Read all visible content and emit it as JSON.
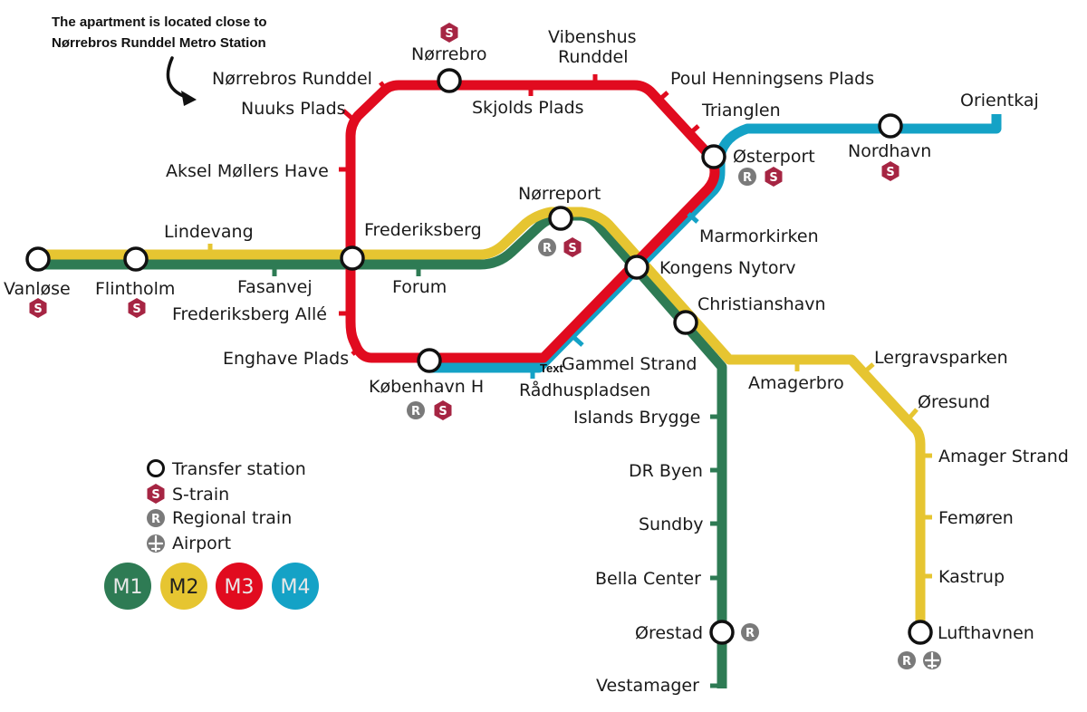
{
  "annotation": {
    "line1": "The apartment is located close to",
    "line2": "Nørrebros Runddel Metro Station"
  },
  "stray_text": "Text",
  "colors": {
    "M1": "#2e7b54",
    "M2": "#e6c531",
    "M3": "#e10b1f",
    "M4": "#14a2c6",
    "s_train": "#a62543",
    "regional": "#7a7a7a"
  },
  "lines": [
    {
      "id": "M1",
      "label": "M1"
    },
    {
      "id": "M2",
      "label": "M2"
    },
    {
      "id": "M3",
      "label": "M3"
    },
    {
      "id": "M4",
      "label": "M4"
    }
  ],
  "stations": {
    "vanlose": "Vanløse",
    "flintholm": "Flintholm",
    "lindevang": "Lindevang",
    "fasanvej": "Fasanvej",
    "frederiksberg": "Frederiksberg",
    "forum": "Forum",
    "norreport": "Nørreport",
    "kongens_nytorv": "Kongens Nytorv",
    "christianshavn": "Christianshavn",
    "islands_brygge": "Islands Brygge",
    "dr_byen": "DR Byen",
    "sundby": "Sundby",
    "bella_center": "Bella Center",
    "orestad": "Ørestad",
    "vestamager": "Vestamager",
    "amagerbro": "Amagerbro",
    "lergravsparken": "Lergravsparken",
    "oresund": "Øresund",
    "amager_strand": "Amager Strand",
    "femoren": "Femøren",
    "kastrup": "Kastrup",
    "lufthavnen": "Lufthavnen",
    "norrebros_runddel": "Nørrebros Runddel",
    "nuuks_plads": "Nuuks Plads",
    "aksel_mollers_have": "Aksel Møllers Have",
    "frederiksberg_alle": "Frederiksberg Allé",
    "enghave_plads": "Enghave Plads",
    "kobenhavn_h": "København H",
    "radhuspladsen": "Rådhuspladsen",
    "gammel_strand": "Gammel Strand",
    "marmorkirken": "Marmorkirken",
    "osterport": "Østerport",
    "trianglen": "Trianglen",
    "poul_henningsens_plads": "Poul Henningsens Plads",
    "vibenshus_line1": "Vibenshus",
    "vibenshus_line2": "Runddel",
    "skjolds_plads": "Skjolds Plads",
    "norrebro": "Nørrebro",
    "nordhavn": "Nordhavn",
    "orientkaj": "Orientkaj"
  },
  "badges": {
    "s_train": "S",
    "regional": "R"
  },
  "legend": {
    "transfer": "Transfer station",
    "s_train": "S-train",
    "regional": "Regional train",
    "airport": "Airport"
  }
}
